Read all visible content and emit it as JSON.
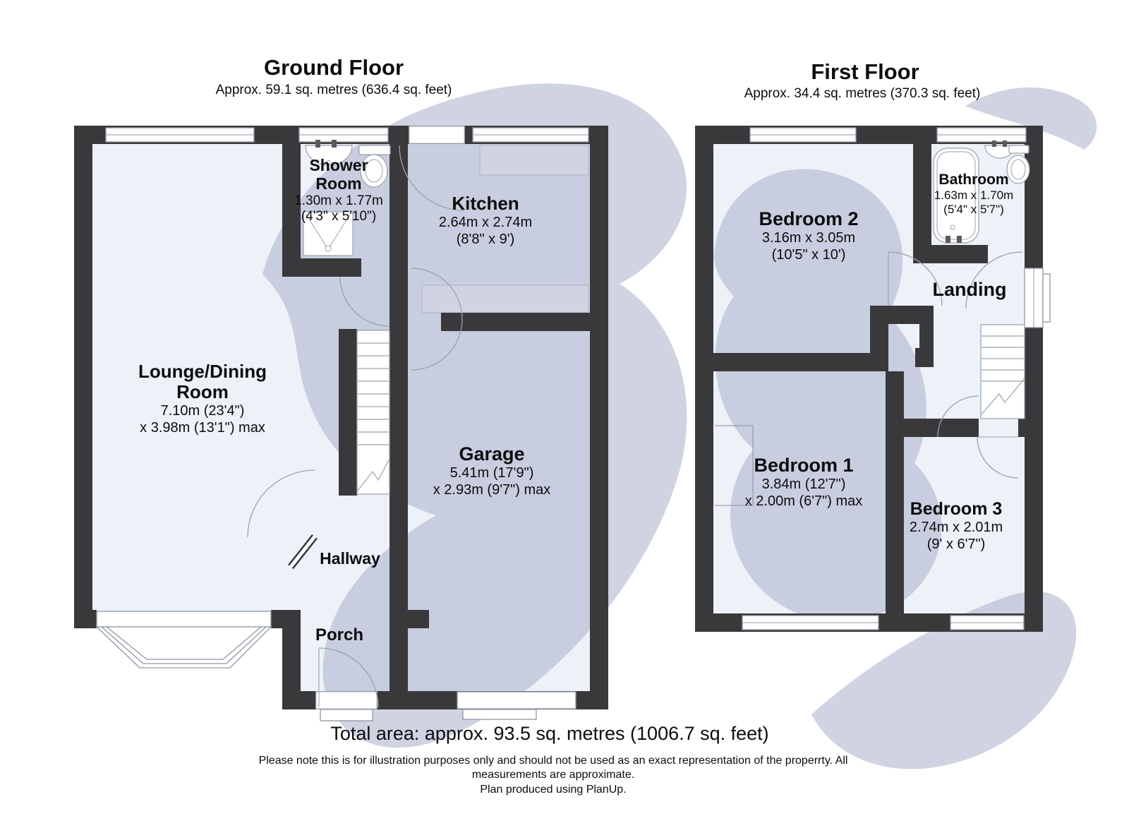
{
  "ground_floor": {
    "title": "Ground Floor",
    "subtitle": "Approx. 59.1 sq. metres (636.4 sq. feet)",
    "rooms": {
      "shower": {
        "name_line1": "Shower",
        "name_line2": "Room",
        "metric": "1.30m x 1.77m",
        "imperial": "(4'3\" x 5'10\")"
      },
      "kitchen": {
        "name": "Kitchen",
        "metric": "2.64m x 2.74m",
        "imperial": "(8'8\" x 9')"
      },
      "lounge": {
        "name_line1": "Lounge/Dining",
        "name_line2": "Room",
        "metric": "7.10m (23'4\")",
        "imperial": "x 3.98m (13'1\") max"
      },
      "garage": {
        "name": "Garage",
        "metric": "5.41m (17'9\")",
        "imperial": "x 2.93m (9'7\") max"
      },
      "hallway": {
        "name": "Hallway"
      },
      "porch": {
        "name": "Porch"
      }
    }
  },
  "first_floor": {
    "title": "First Floor",
    "subtitle": "Approx. 34.4 sq. metres (370.3 sq. feet)",
    "rooms": {
      "bedroom2": {
        "name": "Bedroom 2",
        "metric": "3.16m x 3.05m",
        "imperial": "(10'5\" x 10')"
      },
      "bathroom": {
        "name": "Bathroom",
        "metric": "1.63m x 1.70m",
        "imperial": "(5'4\" x 5'7\")"
      },
      "landing": {
        "name": "Landing"
      },
      "bedroom1": {
        "name": "Bedroom 1",
        "metric": "3.84m (12'7\")",
        "imperial": "x 2.00m (6'7\") max"
      },
      "bedroom3": {
        "name": "Bedroom 3",
        "metric": "2.74m x 2.01m",
        "imperial": "(9' x 6'7\")"
      }
    }
  },
  "footer": {
    "total_area": "Total area: approx. 93.5 sq. metres (1006.7 sq. feet)",
    "note_line1": "Please note this is for illustration purposes only and should not be used as an exact representation of the properrty. All",
    "note_line2": "measurements are approximate.",
    "note_line3": "Plan produced using PlanUp."
  },
  "colors": {
    "wall": "#39393b",
    "floor": "#edf1f8",
    "watermark": "#a9aecb"
  }
}
